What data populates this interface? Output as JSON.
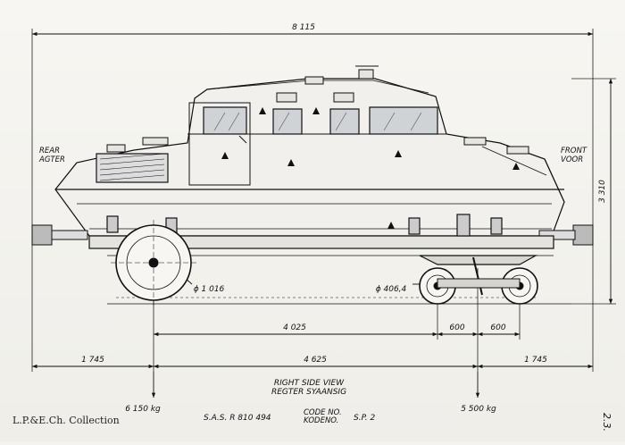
{
  "dimensions": {
    "overall_length": "8 115",
    "height": "3 310",
    "rear_wheel_dia": "ϕ 1 016",
    "front_wheel_dia": "ϕ 406,4",
    "wheelbase_partial": "4 025",
    "bogie_half_a": "600",
    "bogie_half_b": "600",
    "rear_overhang": "1 745",
    "wheelbase": "4 625",
    "front_overhang": "1 745"
  },
  "labels": {
    "rear_en": "REAR",
    "rear_af": "AGTER",
    "front_en": "FRONT",
    "front_af": "VOOR"
  },
  "title_block": {
    "view_en": "RIGHT SIDE VIEW",
    "view_af": "REGTER SYAANSIG",
    "rear_load": "6 150 kg",
    "front_load": "5 500 kg",
    "drawing_no": "S.A.S.  R 810 494",
    "code_label_1": "CODE NO.",
    "code_label_2": "KODENO.",
    "code_value": "S.P. 2"
  },
  "credit": "L.P.&E.Ch. Collection",
  "margin_note": "2.3."
}
